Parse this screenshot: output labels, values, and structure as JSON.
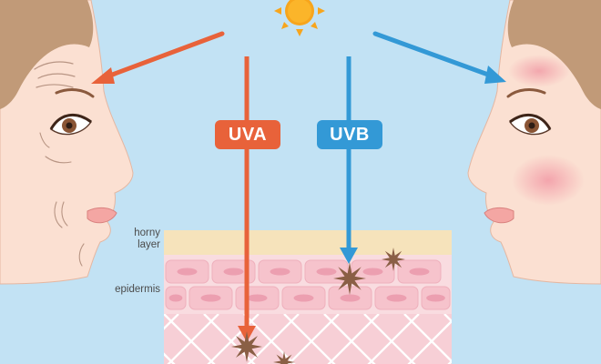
{
  "colors": {
    "sky": "#c2e2f4",
    "uva": "#e8623a",
    "uvb": "#3399d6",
    "sun": "#f7a51c",
    "skin_face": "#fbe0d2",
    "hair": "#c19a78",
    "horny_layer": "#f6e3bb",
    "epidermis": "#f5c8cf",
    "dermis": "#f7cfd6",
    "damage_spot": "#8a5f45"
  },
  "labels": {
    "uva": "UVA",
    "uvb": "UVB",
    "horny_layer_line1": "horny",
    "horny_layer_line2": "layer",
    "epidermis": "epidermis"
  }
}
